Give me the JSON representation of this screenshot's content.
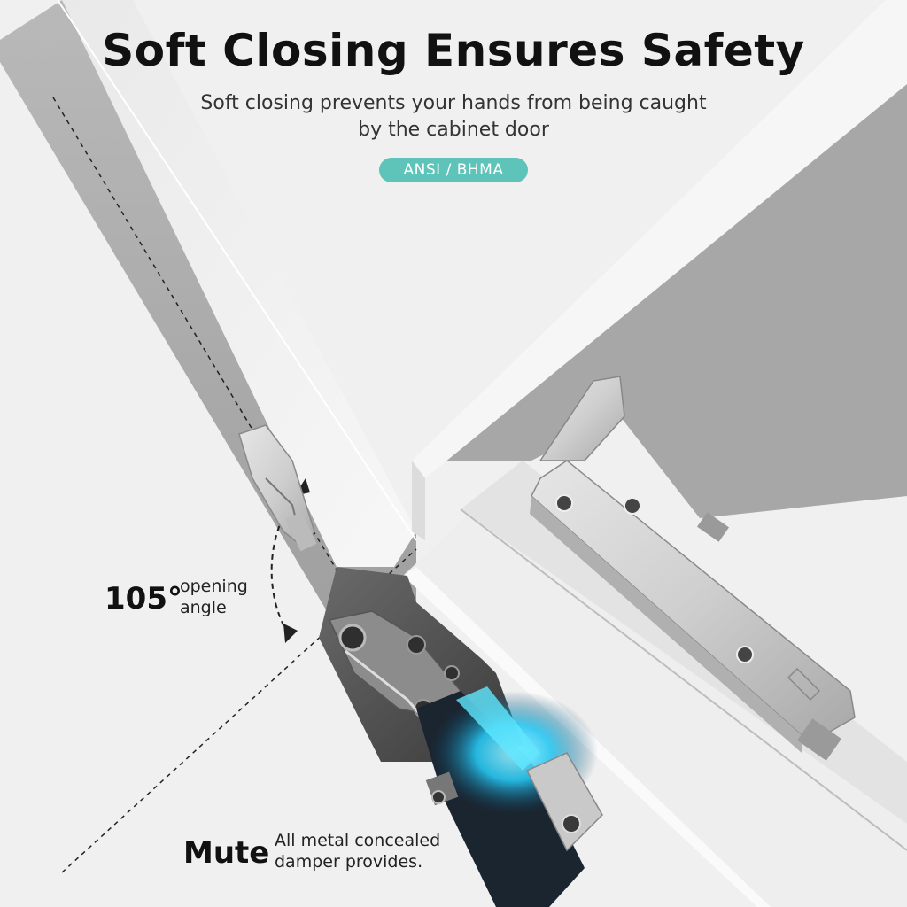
{
  "header": {
    "title": "Soft Closing Ensures Safety",
    "subtitle_line1": "Soft closing prevents your hands from being caught",
    "subtitle_line2": "by the cabinet door",
    "badge": "ANSI / BHMA"
  },
  "angle_callout": {
    "value": "105°",
    "caption_line1": "opening",
    "caption_line2": "angle"
  },
  "mute_callout": {
    "title": "Mute",
    "caption_line1": "All metal concealed",
    "caption_line2": "damper provides."
  },
  "colors": {
    "background": "#f1f1f1",
    "badge": "#5ec3b9",
    "damper_glow": "#26d3ff",
    "title": "#111111"
  }
}
